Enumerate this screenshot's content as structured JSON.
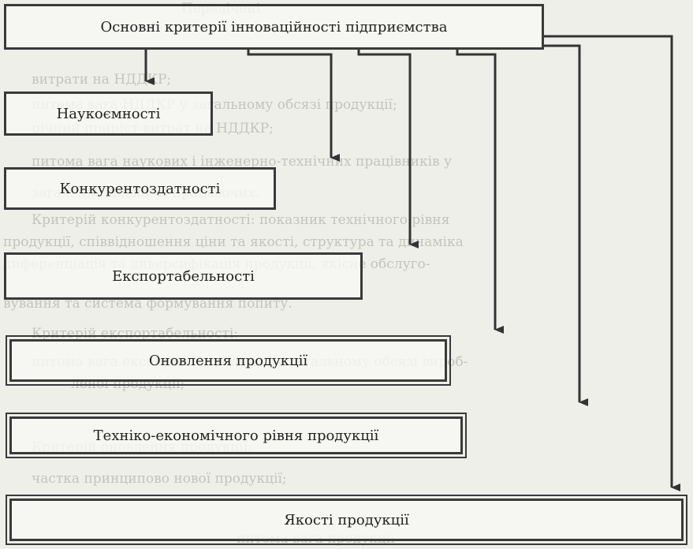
{
  "diagram": {
    "root": "Основні критерії інноваційності підприємства",
    "criteria": [
      "Наукоємності",
      "Конкурентоздатності",
      "Експортабельності",
      "Оновлення продукції",
      "Техніко-економічного рівня продукції",
      "Якості продукції"
    ]
  },
  "background_text": [
    "Перелічені",
    "витрати на НДДКР;",
    "питома вага НДДКР у загальному обсязі продукції;",
    "річний приріст витрат на НДДКР;",
    "питома вага наукових і інженерно-технічних працівників у",
    "загальній кількості працюючих.",
    "Критерій конкурентоздатності: показник технічного рівня",
    "продукції, співвідношення ціни та якості, структура та динаміка",
    "диференціація та диверсифікація продукції, якісне обслуго-",
    "вування та система формування попиту.",
    "Критерій експортабельності:",
    "питома вага експортної продукції у загальному обсязі вироб-",
    "леної продукції;",
    "Критерій оновлення продукції:",
    "частка принципово нової продукції;",
    "питома вага продукції"
  ],
  "colors": {
    "background": "#efefea",
    "ink": "#222222",
    "border": "#3a3a3a",
    "faded_text": "#c4c4bd"
  }
}
